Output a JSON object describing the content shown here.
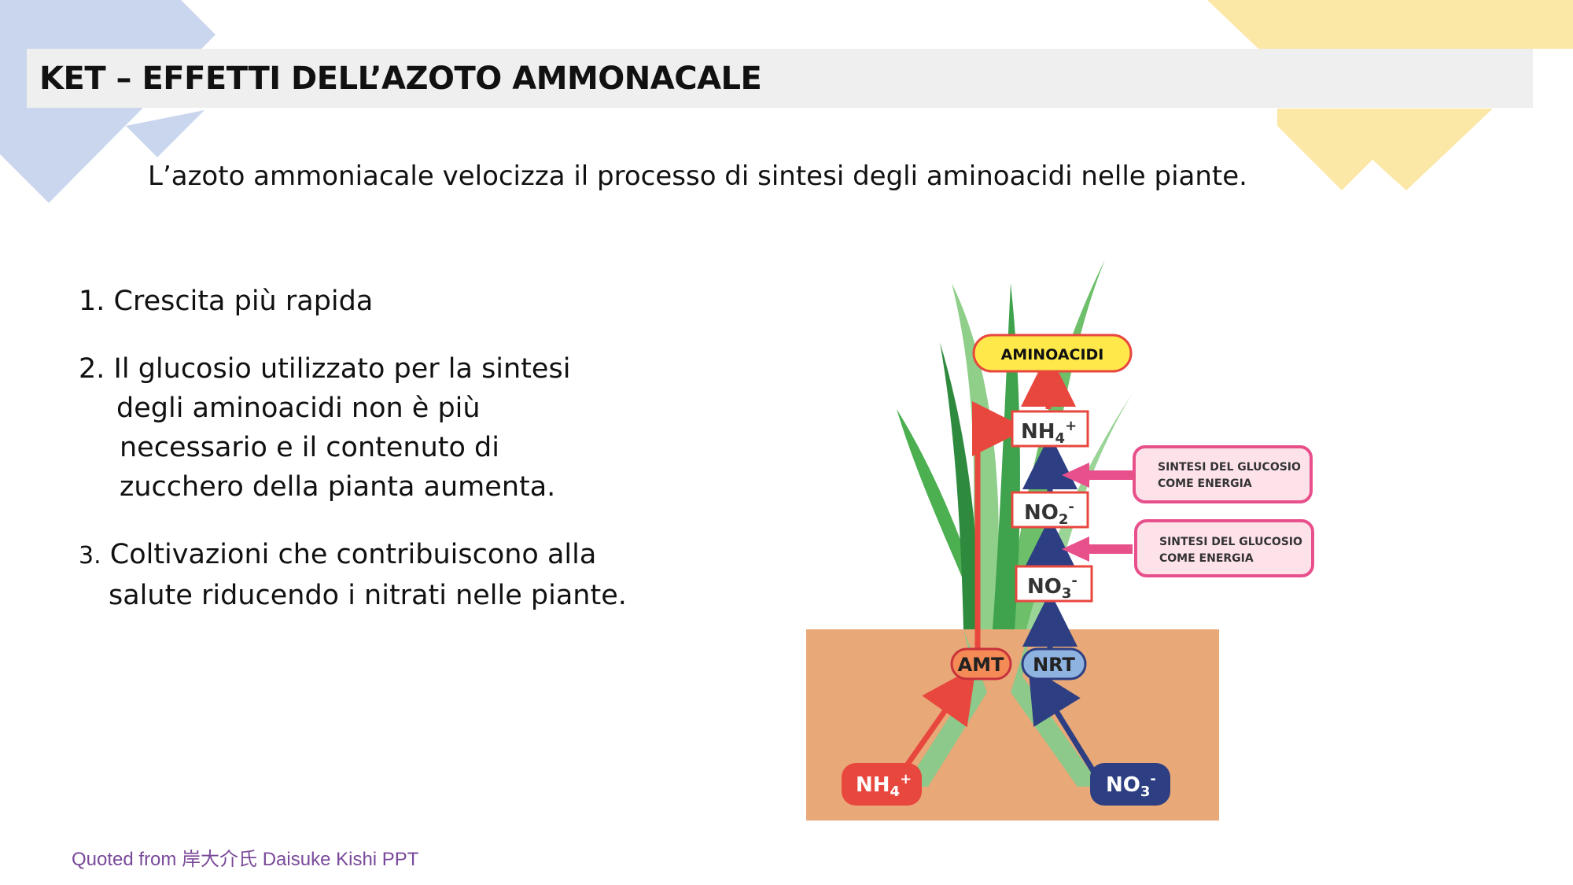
{
  "slide": {
    "title": "KET – EFFETTI DELL’AZOTO AMMONACALE",
    "subtitle": "L’azoto ammoniacale velocizza il processo di sintesi degli aminoacidi nelle piante.",
    "items": [
      {
        "lines": [
          "1. Crescita più rapida"
        ]
      },
      {
        "lines": [
          "2. Il glucosio utilizzato per la sintesi",
          "degli aminoacidi non è più",
          "necessario e il contenuto di",
          "zucchero della pianta aumenta."
        ]
      },
      {
        "number": "3.",
        "lines": [
          " Coltivazioni che contribuiscono alla",
          "salute riducendo i nitrati nelle piante."
        ]
      }
    ],
    "footer": "Quoted from 岸大介氏 Daisuke  Kishi PPT"
  },
  "diagram": {
    "aminoacidi": "AMINOACIDI",
    "nh4_top": "NH",
    "nh4_sub": "4",
    "nh4_sup": "+",
    "no2_top": "NO",
    "no2_sub": "2",
    "no2_sup": "-",
    "no3_top": "NO",
    "no3_sub": "3",
    "no3_sup": "-",
    "amt": "AMT",
    "nrt": "NRT",
    "nh4_soil": "NH",
    "nh4_soil_sub": "4",
    "nh4_soil_sup": "+",
    "no3_soil": "NO",
    "no3_soil_sub": "3",
    "no3_soil_sup": "-",
    "glucose1_line1": "SINTESI DEL GLUCOSIO",
    "glucose1_line2": "COME ENERGIA",
    "glucose2_line1": "SINTESI DEL GLUCOSIO",
    "glucose2_line2": "COME ENERGIA"
  },
  "colors": {
    "deco_blue": "#c9d6ee",
    "deco_yellow": "#fbe7a6",
    "soil": "#e8a878",
    "red": "#e8473e",
    "navy": "#2d3f82",
    "pink": "#e8508c",
    "yellow_box": "#ffe94a"
  }
}
